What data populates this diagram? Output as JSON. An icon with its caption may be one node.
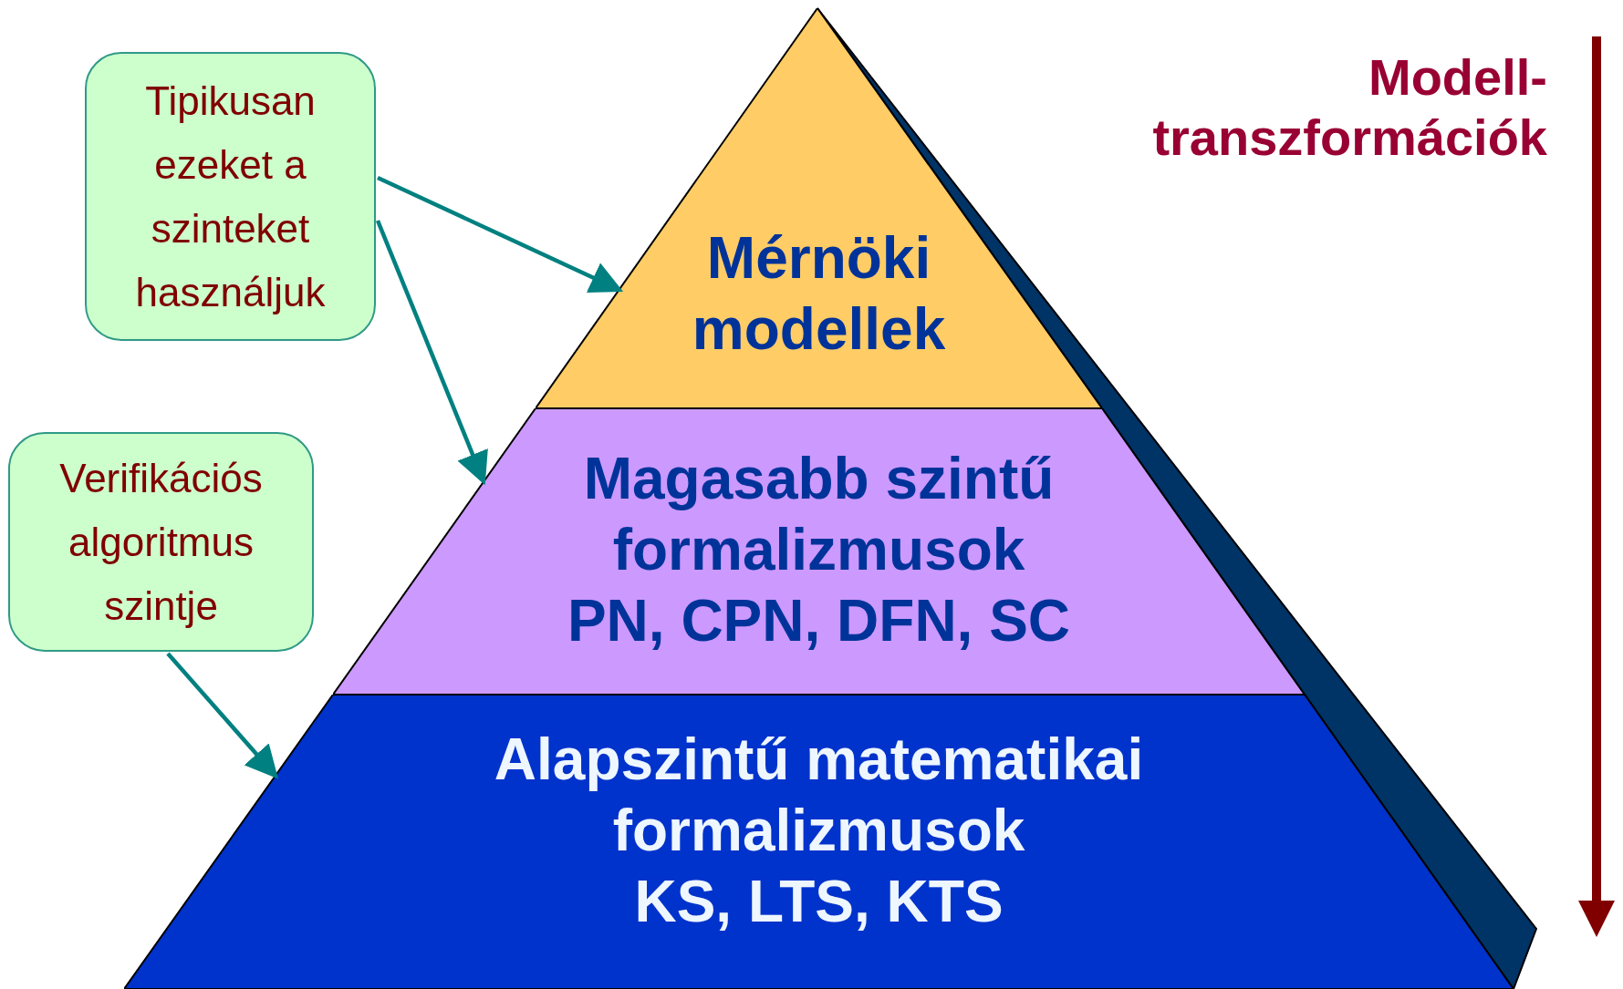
{
  "diagram": {
    "nodes": [
      {
        "text": [
          "Tipikusan ezeket a szinteket használjuk"
        ]
      },
      {
        "text": [
          "Verifikációs algoritmus szintje"
        ]
      },
      {
        "text": [
          "Mérnöki modellek"
        ]
      },
      {
        "text": [
          "Magasabb szintű formalizmusok",
          "PN, CPN, DFN, SC"
        ]
      },
      {
        "text": [
          "Alapszintű matematikai formalizmusok",
          "KS, LTS, KTS"
        ]
      }
    ],
    "edges": [
      {
        "from": 0,
        "to": 2,
        "arrow": "to"
      },
      {
        "from": 0,
        "to": 3,
        "arrow": "to"
      },
      {
        "from": 1,
        "to": 4,
        "arrow": "to"
      }
    ],
    "labels": [
      "Modell- transzformációk"
    ]
  }
}
